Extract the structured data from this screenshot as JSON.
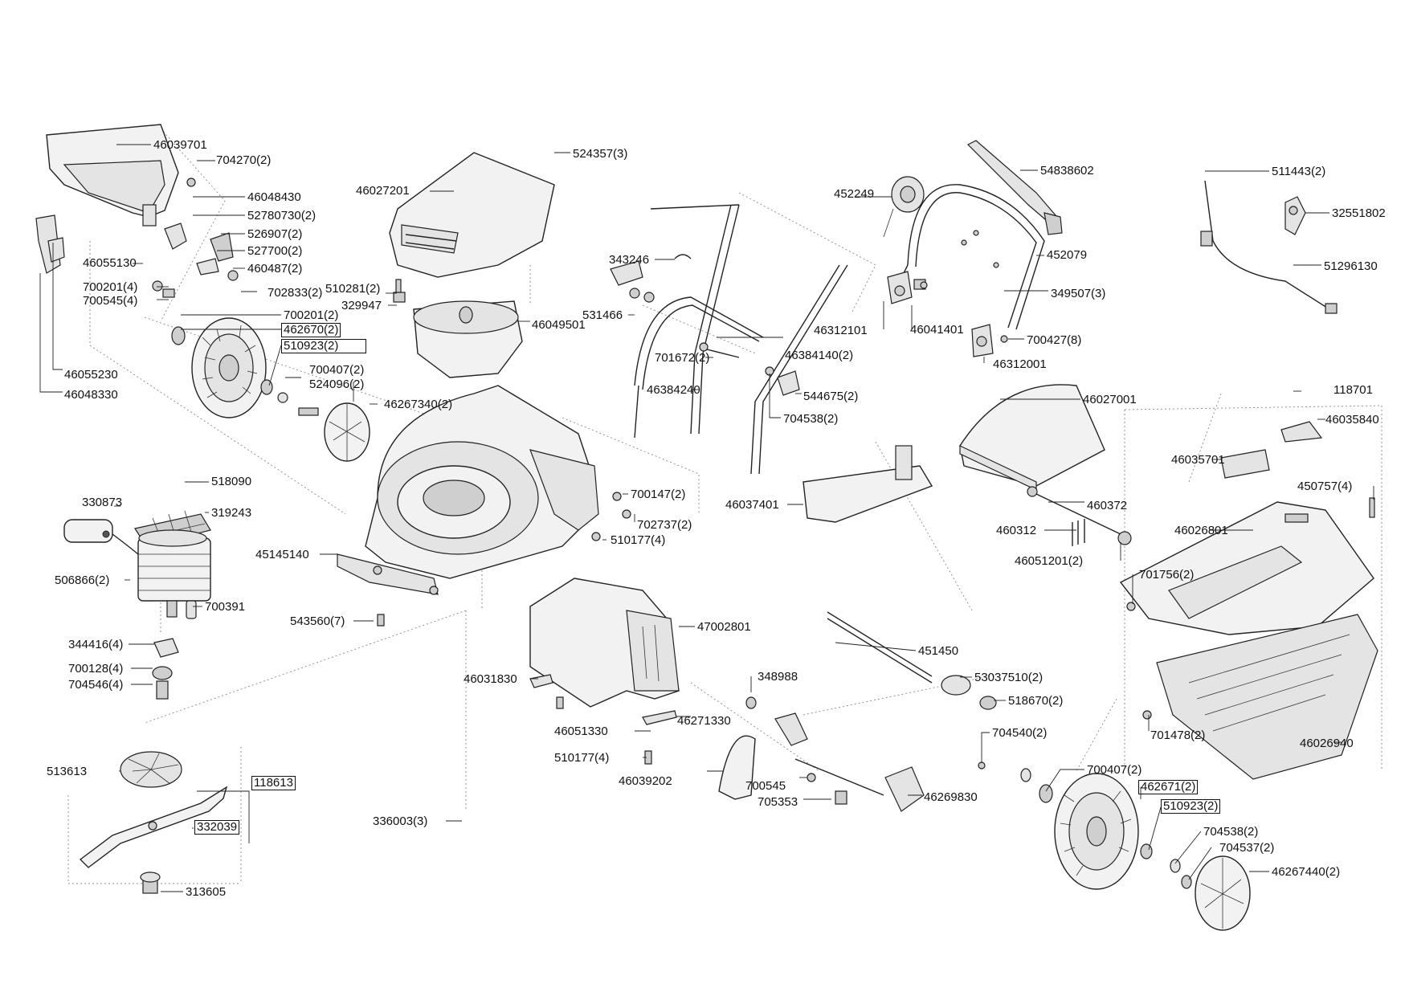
{
  "labels": [
    {
      "text": "46039701"
    },
    {
      "text": "704270(2)"
    },
    {
      "text": "46048430"
    },
    {
      "text": "52780730(2)"
    },
    {
      "text": "526907(2)"
    },
    {
      "text": "527700(2)"
    },
    {
      "text": "460487(2)"
    },
    {
      "text": "46055130"
    },
    {
      "text": "700201(4)"
    },
    {
      "text": "700545(4)"
    },
    {
      "text": "702833(2)"
    },
    {
      "text": "700201(2)"
    },
    {
      "text": "462670(2)",
      "boxed": true
    },
    {
      "text": "510923(2)",
      "boxed": true
    },
    {
      "text": "700407(2)"
    },
    {
      "text": "524096(2)"
    },
    {
      "text": "46267340(2)"
    },
    {
      "text": "46055230"
    },
    {
      "text": "46048330"
    },
    {
      "text": "524357(3)"
    },
    {
      "text": "46027201"
    },
    {
      "text": "510281(2)"
    },
    {
      "text": "329947"
    },
    {
      "text": "46049501"
    },
    {
      "text": "343246"
    },
    {
      "text": "531466"
    },
    {
      "text": "701672(2)"
    },
    {
      "text": "46384140(2)"
    },
    {
      "text": "46384240"
    },
    {
      "text": "544675(2)"
    },
    {
      "text": "704538(2)"
    },
    {
      "text": "452249"
    },
    {
      "text": "54838602"
    },
    {
      "text": "452079"
    },
    {
      "text": "349507(3)"
    },
    {
      "text": "46312101"
    },
    {
      "text": "46041401"
    },
    {
      "text": "700427(8)"
    },
    {
      "text": "46312001"
    },
    {
      "text": "511443(2)"
    },
    {
      "text": "32551802"
    },
    {
      "text": "51296130"
    },
    {
      "text": "518090"
    },
    {
      "text": "330873"
    },
    {
      "text": "319243"
    },
    {
      "text": "506866(2)"
    },
    {
      "text": "700391"
    },
    {
      "text": "344416(4)"
    },
    {
      "text": "700128(4)"
    },
    {
      "text": "704546(4)"
    },
    {
      "text": "45145140"
    },
    {
      "text": "543560(7)"
    },
    {
      "text": "700147(2)"
    },
    {
      "text": "702737(2)"
    },
    {
      "text": "510177(4)"
    },
    {
      "text": "46037401"
    },
    {
      "text": "46027001"
    },
    {
      "text": "460372"
    },
    {
      "text": "460312"
    },
    {
      "text": "46051201(2)"
    },
    {
      "text": "118701"
    },
    {
      "text": "46035840"
    },
    {
      "text": "46035701"
    },
    {
      "text": "450757(4)"
    },
    {
      "text": "46026801"
    },
    {
      "text": "701756(2)"
    },
    {
      "text": "47002801"
    },
    {
      "text": "451450"
    },
    {
      "text": "53037510(2)"
    },
    {
      "text": "518670(2)"
    },
    {
      "text": "46031830"
    },
    {
      "text": "348988"
    },
    {
      "text": "46271330"
    },
    {
      "text": "46051330"
    },
    {
      "text": "510177(4)"
    },
    {
      "text": "46039202"
    },
    {
      "text": "700545"
    },
    {
      "text": "705353"
    },
    {
      "text": "46269830"
    },
    {
      "text": "704540(2)"
    },
    {
      "text": "701478(2)"
    },
    {
      "text": "46026940"
    },
    {
      "text": "700407(2)"
    },
    {
      "text": "462671(2)",
      "boxed": true
    },
    {
      "text": "510923(2)",
      "boxed": true
    },
    {
      "text": "704538(2)"
    },
    {
      "text": "704537(2)"
    },
    {
      "text": "46267440(2)"
    },
    {
      "text": "513613"
    },
    {
      "text": "118613",
      "boxed": true
    },
    {
      "text": "332039",
      "boxed": true
    },
    {
      "text": "336003(3)"
    },
    {
      "text": "313605"
    }
  ]
}
